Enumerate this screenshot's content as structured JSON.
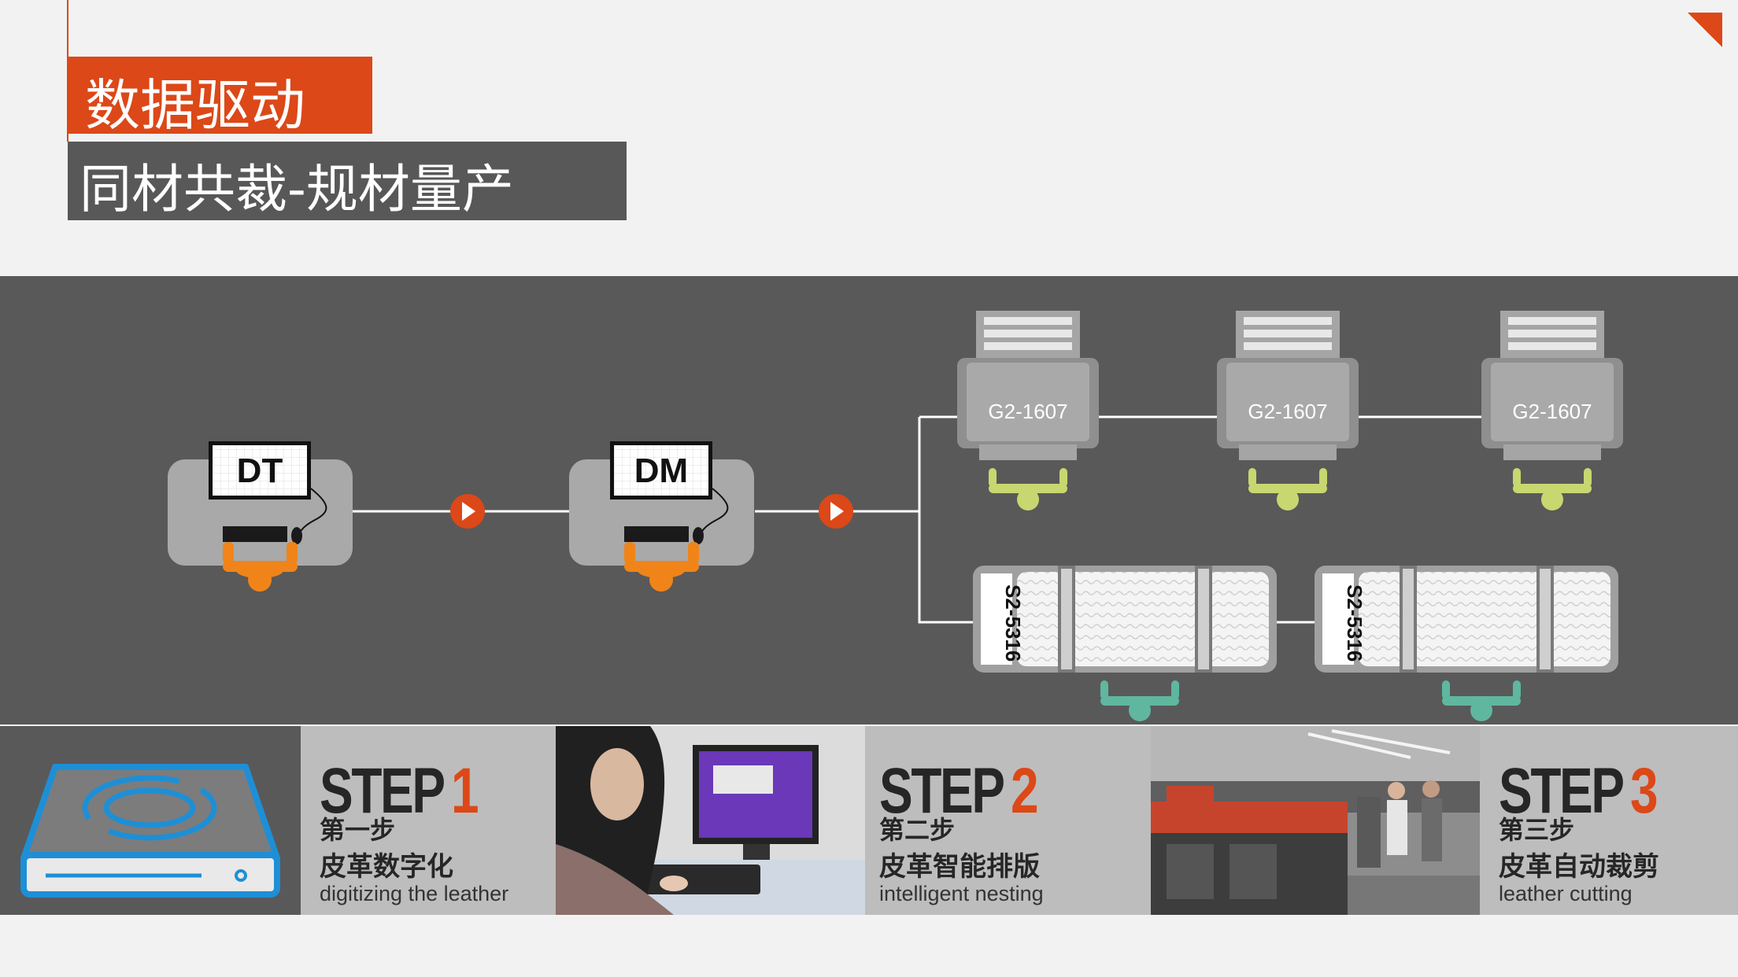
{
  "header": {
    "title": "数据驱动",
    "subtitle": "同材共裁-规材量产"
  },
  "diagram": {
    "stations": [
      {
        "label": "DT"
      },
      {
        "label": "DM"
      }
    ],
    "cutters_top": [
      {
        "label": "G2-1607"
      },
      {
        "label": "G2-1607"
      },
      {
        "label": "G2-1607"
      }
    ],
    "cutters_bottom": [
      {
        "label": "S2-5316"
      },
      {
        "label": "S2-5316"
      }
    ],
    "colors": {
      "accent": "#dc4818",
      "operator_dt": "#f08419",
      "operator_g2": "#c9d770",
      "operator_s2": "#5fb7a0"
    }
  },
  "steps": [
    {
      "word": "STEP",
      "num": "1",
      "cn_step": "第一步",
      "cn_title": "皮革数字化",
      "en": "digitizing the leather"
    },
    {
      "word": "STEP",
      "num": "2",
      "cn_step": "第二步",
      "cn_title": "皮革智能排版",
      "en": "intelligent nesting"
    },
    {
      "word": "STEP",
      "num": "3",
      "cn_step": "第三步",
      "cn_title": "皮革自动裁剪",
      "en": "leather cutting"
    }
  ],
  "icons": [
    "disk-drive-icon",
    "play-arrow-icon",
    "corner-triangle-icon"
  ]
}
